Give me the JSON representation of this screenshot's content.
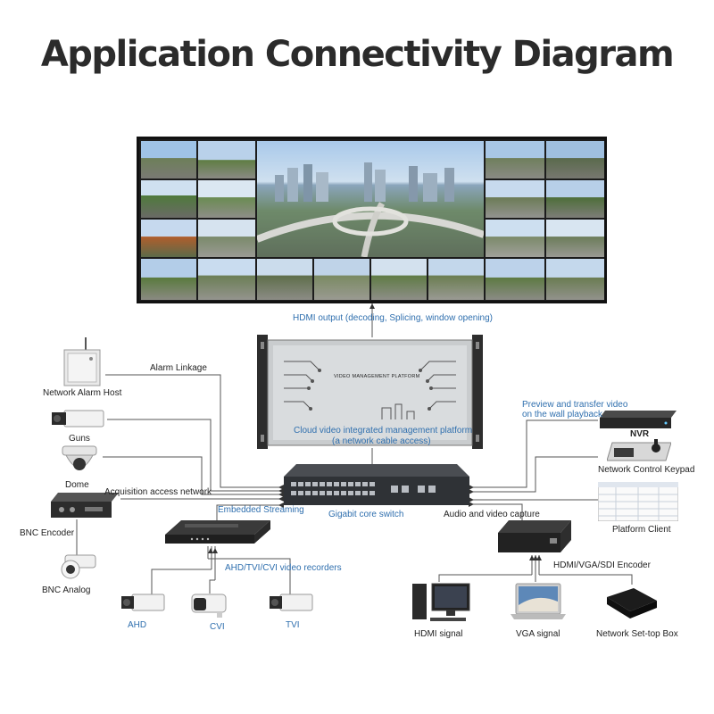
{
  "title": "Application Connectivity Diagram",
  "labels": {
    "hdmi_output": "HDMI output (decoding, Splicing, window opening)",
    "alarm_linkage": "Alarm Linkage",
    "network_alarm_host": "Network Alarm Host",
    "guns": "Guns",
    "dome": "Dome",
    "acquisition_access_network": "Acquisition access network",
    "bnc_encoder": "BNC Encoder",
    "bnc_analog": "BNC Analog",
    "embedded_streaming": "Embedded Streaming",
    "gigabit_core_switch": "Gigabit core switch",
    "audio_video_capture": "Audio and video capture",
    "ahd_tvi_cvi_recorders": "AHD/TVI/CVI video recorders",
    "ahd": "AHD",
    "cvi": "CVI",
    "tvi": "TVI",
    "cloud_platform_line1": "Cloud video integrated management platform",
    "cloud_platform_line2": "(a network cable access)",
    "preview_line1": "Preview and transfer video",
    "preview_line2": "on the wall playback",
    "nvr": "NVR",
    "network_control_keypad": "Network Control Keypad",
    "platform_client": "Platform Client",
    "hdmi_vga_sdi_encoder": "HDMI/VGA/SDI Encoder",
    "hdmi_signal": "HDMI signal",
    "vga_signal": "VGA signal",
    "network_settop_box": "Network Set-top Box",
    "video_management_platform": "VIDEO MANAGEMENT PLATFORM"
  },
  "colors": {
    "accent_blue": "#2f6fae",
    "wire": "#555555",
    "device_dark": "#2a2a2a"
  }
}
